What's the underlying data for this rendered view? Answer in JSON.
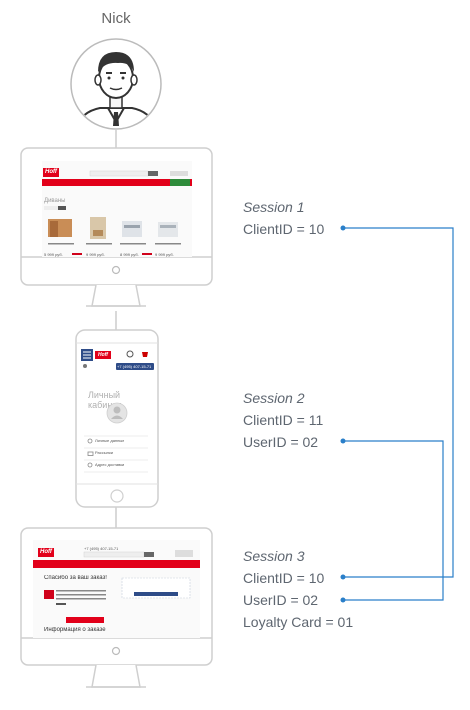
{
  "user": {
    "name": "Nick",
    "avatar_icon": "user-avatar-icon"
  },
  "sessions": [
    {
      "title": "Session 1",
      "lines": [
        "ClientID = 10"
      ],
      "device": "desktop"
    },
    {
      "title": "Session 2",
      "lines": [
        "ClientID = 11",
        "UserID = 02"
      ],
      "device": "mobile"
    },
    {
      "title": "Session 3",
      "lines": [
        "ClientID = 10",
        "UserID = 02",
        "Loyalty Card = 01"
      ],
      "device": "desktop"
    }
  ],
  "screens": {
    "s1": {
      "logo": "Hoff",
      "heading": "Диваны",
      "prices": [
        "5 999 руб.",
        "9 999 руб.",
        "8 999 руб.",
        "9 999 руб."
      ]
    },
    "s2": {
      "logo": "Hoff",
      "phone": "+7 (495) 407-15-71",
      "cabinet_title": "Личный кабинет",
      "menu": [
        "Личные данные",
        "Рассылки",
        "Адрес доставки"
      ]
    },
    "s3": {
      "logo": "Hoff",
      "phone": "+7 (495) 407-15-71",
      "thanks": "Спасибо за ваш заказ!",
      "info": "Информация о заказе"
    }
  },
  "colors": {
    "connector": "#2a7fc9",
    "hoff_red": "#e2001a",
    "device_border": "#cfcfcf"
  }
}
